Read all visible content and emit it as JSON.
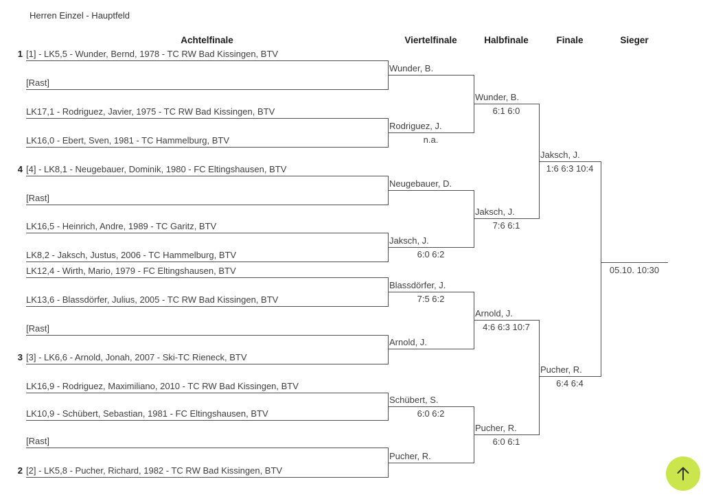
{
  "page": {
    "title": "Herren Einzel - Hauptfeld",
    "background_color": "#ffffff",
    "text_color": "#3e3e3e",
    "line_color": "#4e4e4e",
    "fab_color": "#cbe54d"
  },
  "round_headers": [
    "Achtelfinale",
    "Viertelfinale",
    "Halbfinale",
    "Finale",
    "Sieger"
  ],
  "achtelfinale": [
    {
      "seed": "1",
      "entry": "[1] - LK5,5 - Wunder, Bernd, 1978 - TC RW Bad Kissingen, BTV"
    },
    {
      "seed": "",
      "entry": "[Rast]"
    },
    {
      "seed": "",
      "entry": "LK17,1 - Rodriguez, Javier, 1975 - TC RW Bad Kissingen, BTV"
    },
    {
      "seed": "",
      "entry": "LK16,0 - Ebert, Sven, 1981 - TC Hammelburg, BTV"
    },
    {
      "seed": "4",
      "entry": "[4] - LK8,1 - Neugebauer, Dominik, 1980 - FC Eltingshausen, BTV"
    },
    {
      "seed": "",
      "entry": "[Rast]"
    },
    {
      "seed": "",
      "entry": "LK16,5 - Heinrich, Andre, 1989 - TC Garitz, BTV"
    },
    {
      "seed": "",
      "entry": "LK8,2 - Jaksch, Justus, 2006 - TC Hammelburg, BTV"
    },
    {
      "seed": "",
      "entry": "LK12,4 - Wirth, Mario, 1979 - FC Eltingshausen, BTV"
    },
    {
      "seed": "",
      "entry": "LK13,6 - Blassdörfer, Julius, 2005 - TC RW Bad Kissingen, BTV"
    },
    {
      "seed": "",
      "entry": "[Rast]"
    },
    {
      "seed": "3",
      "entry": "[3] - LK6,6 - Arnold, Jonah, 2007 - Ski-TC Rieneck, BTV"
    },
    {
      "seed": "",
      "entry": "LK16,9 - Rodriguez, Maximiliano, 2010 - TC RW Bad Kissingen, BTV"
    },
    {
      "seed": "",
      "entry": "LK10,9 - Schübert, Sebastian, 1981 - FC Eltingshausen, BTV"
    },
    {
      "seed": "",
      "entry": "[Rast]"
    },
    {
      "seed": "2",
      "entry": "[2] - LK5,8 - Pucher, Richard, 1982 - TC RW Bad Kissingen, BTV"
    }
  ],
  "viertelfinale": [
    {
      "name": "Wunder, B.",
      "score": ""
    },
    {
      "name": "Rodriguez, J.",
      "score": "n.a."
    },
    {
      "name": "Neugebauer, D.",
      "score": ""
    },
    {
      "name": "Jaksch, J.",
      "score": "6:0 6:2"
    },
    {
      "name": "Blassdörfer, J.",
      "score": "7:5 6:2"
    },
    {
      "name": "Arnold, J.",
      "score": ""
    },
    {
      "name": "Schübert, S.",
      "score": "6:0 6:2"
    },
    {
      "name": "Pucher, R.",
      "score": ""
    }
  ],
  "halbfinale": [
    {
      "name": "Wunder, B.",
      "score": "6:1 6:0"
    },
    {
      "name": "Jaksch, J.",
      "score": "7:6 6:1"
    },
    {
      "name": "Arnold, J.",
      "score": "4:6 6:3 10:7"
    },
    {
      "name": "Pucher, R.",
      "score": "6:0 6:1"
    }
  ],
  "finale": [
    {
      "name": "Jaksch, J.",
      "score": "1:6 6:3 10:4"
    },
    {
      "name": "Pucher, R.",
      "score": "6:4 6:4"
    }
  ],
  "sieger": {
    "name": "",
    "schedule": "05.10. 10:30"
  },
  "fab": {
    "icon": "up-arrow"
  }
}
